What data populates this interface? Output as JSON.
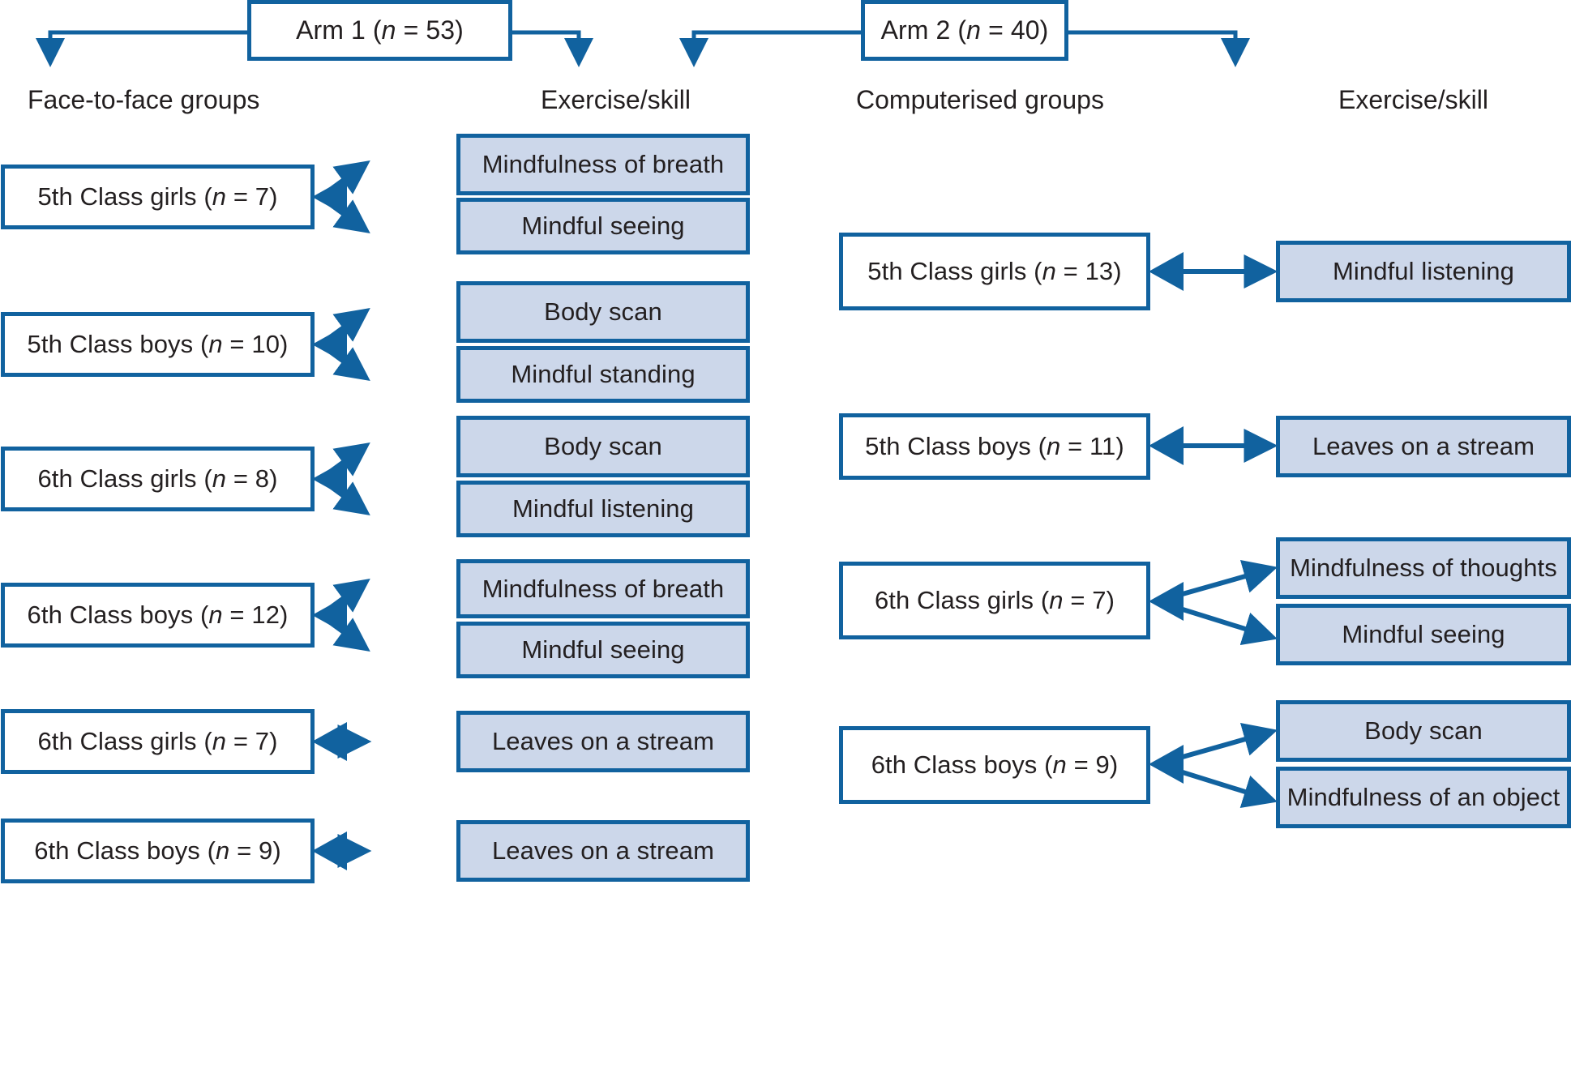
{
  "colors": {
    "line": "#11629f",
    "skill_fill": "#ccd7ea",
    "box_border": "#11629f",
    "text": "#231f20",
    "background": "#ffffff"
  },
  "arms": [
    {
      "id": "arm1",
      "label_prefix": "Arm 1 (",
      "n_symbol": "n",
      "n_value": " = 53",
      "label_suffix": ")",
      "full": "Arm 1 (n = 53)"
    },
    {
      "id": "arm2",
      "label_prefix": "Arm 2 (",
      "n_symbol": "n",
      "n_value": " = 40",
      "label_suffix": ")",
      "full": "Arm 2 (n = 40)"
    }
  ],
  "column_headers": {
    "left_groups": "Face-to-face groups",
    "left_skills": "Exercise/skill",
    "right_groups": "Computerised groups",
    "right_skills": "Exercise/skill"
  },
  "left_column": {
    "rows": [
      {
        "group_prefix": "5th Class girls (",
        "group_n": "n",
        "group_val": " = 7",
        "group_suffix": ")",
        "group_full": "5th Class girls (n = 7)",
        "skills": [
          "Mindfulness of breath",
          "Mindful seeing"
        ]
      },
      {
        "group_prefix": "5th Class boys (",
        "group_n": "n",
        "group_val": " = 10",
        "group_suffix": ")",
        "group_full": "5th Class boys (n = 10)",
        "skills": [
          "Body scan",
          "Mindful standing"
        ]
      },
      {
        "group_prefix": "6th Class girls (",
        "group_n": "n",
        "group_val": " = 8",
        "group_suffix": ")",
        "group_full": "6th Class girls (n = 8)",
        "skills": [
          "Body scan",
          "Mindful listening"
        ]
      },
      {
        "group_prefix": "6th Class boys (",
        "group_n": "n",
        "group_val": " = 12",
        "group_suffix": ")",
        "group_full": "6th Class boys (n = 12)",
        "skills": [
          "Mindfulness of breath",
          "Mindful seeing"
        ]
      },
      {
        "group_prefix": "6th Class girls (",
        "group_n": "n",
        "group_val": " = 7",
        "group_suffix": ")",
        "group_full": "6th Class girls (n = 7)",
        "skills": [
          "Leaves on a stream"
        ]
      },
      {
        "group_prefix": "6th Class boys (",
        "group_n": "n",
        "group_val": " = 9",
        "group_suffix": ")",
        "group_full": "6th Class boys (n = 9)",
        "skills": [
          "Leaves on a stream"
        ]
      }
    ]
  },
  "right_column": {
    "rows": [
      {
        "group_prefix": "5th Class girls (",
        "group_n": "n",
        "group_val": " = 13",
        "group_suffix": ")",
        "group_full": "5th Class girls (n = 13)",
        "skills": [
          "Mindful listening"
        ]
      },
      {
        "group_prefix": "5th Class boys (",
        "group_n": "n",
        "group_val": " = 11",
        "group_suffix": ")",
        "group_full": "5th Class boys (n = 11)",
        "skills": [
          "Leaves on a stream"
        ]
      },
      {
        "group_prefix": "6th Class girls (",
        "group_n": "n",
        "group_val": " = 7",
        "group_suffix": ")",
        "group_full": "6th Class girls (n = 7)",
        "skills": [
          "Mindfulness of thoughts",
          "Mindful seeing"
        ]
      },
      {
        "group_prefix": "6th Class boys (",
        "group_n": "n",
        "group_val": " = 9",
        "group_suffix": ")",
        "group_full": "6th Class boys (n = 9)",
        "skills": [
          "Body scan",
          "Mindfulness of an object"
        ]
      }
    ]
  }
}
